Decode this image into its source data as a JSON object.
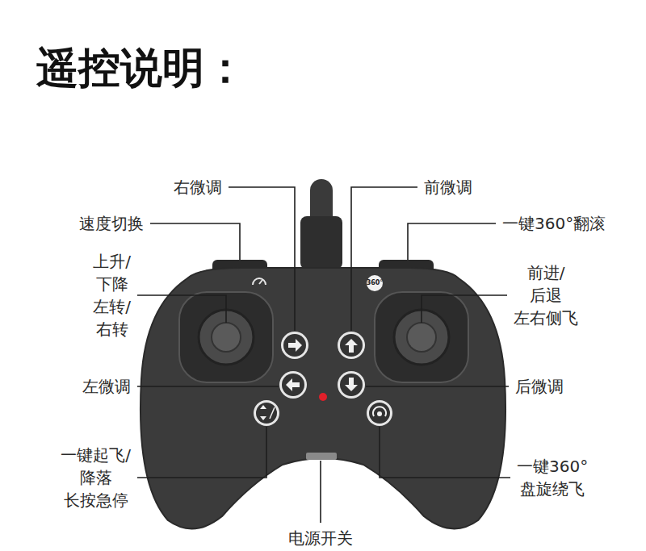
{
  "diagram": {
    "title": "遥控说明：",
    "labels": [
      "右微调",
      "前微调",
      "速度切换",
      "一键360°翻滚",
      "360°",
      "上升/下降 左转/右转",
      "前进/后退 左右侧飞",
      "左微调",
      "后微调",
      "一键起飞/降落 长按急停",
      "一键360° 盘旋绕飞",
      "电源开关"
    ]
  }
}
